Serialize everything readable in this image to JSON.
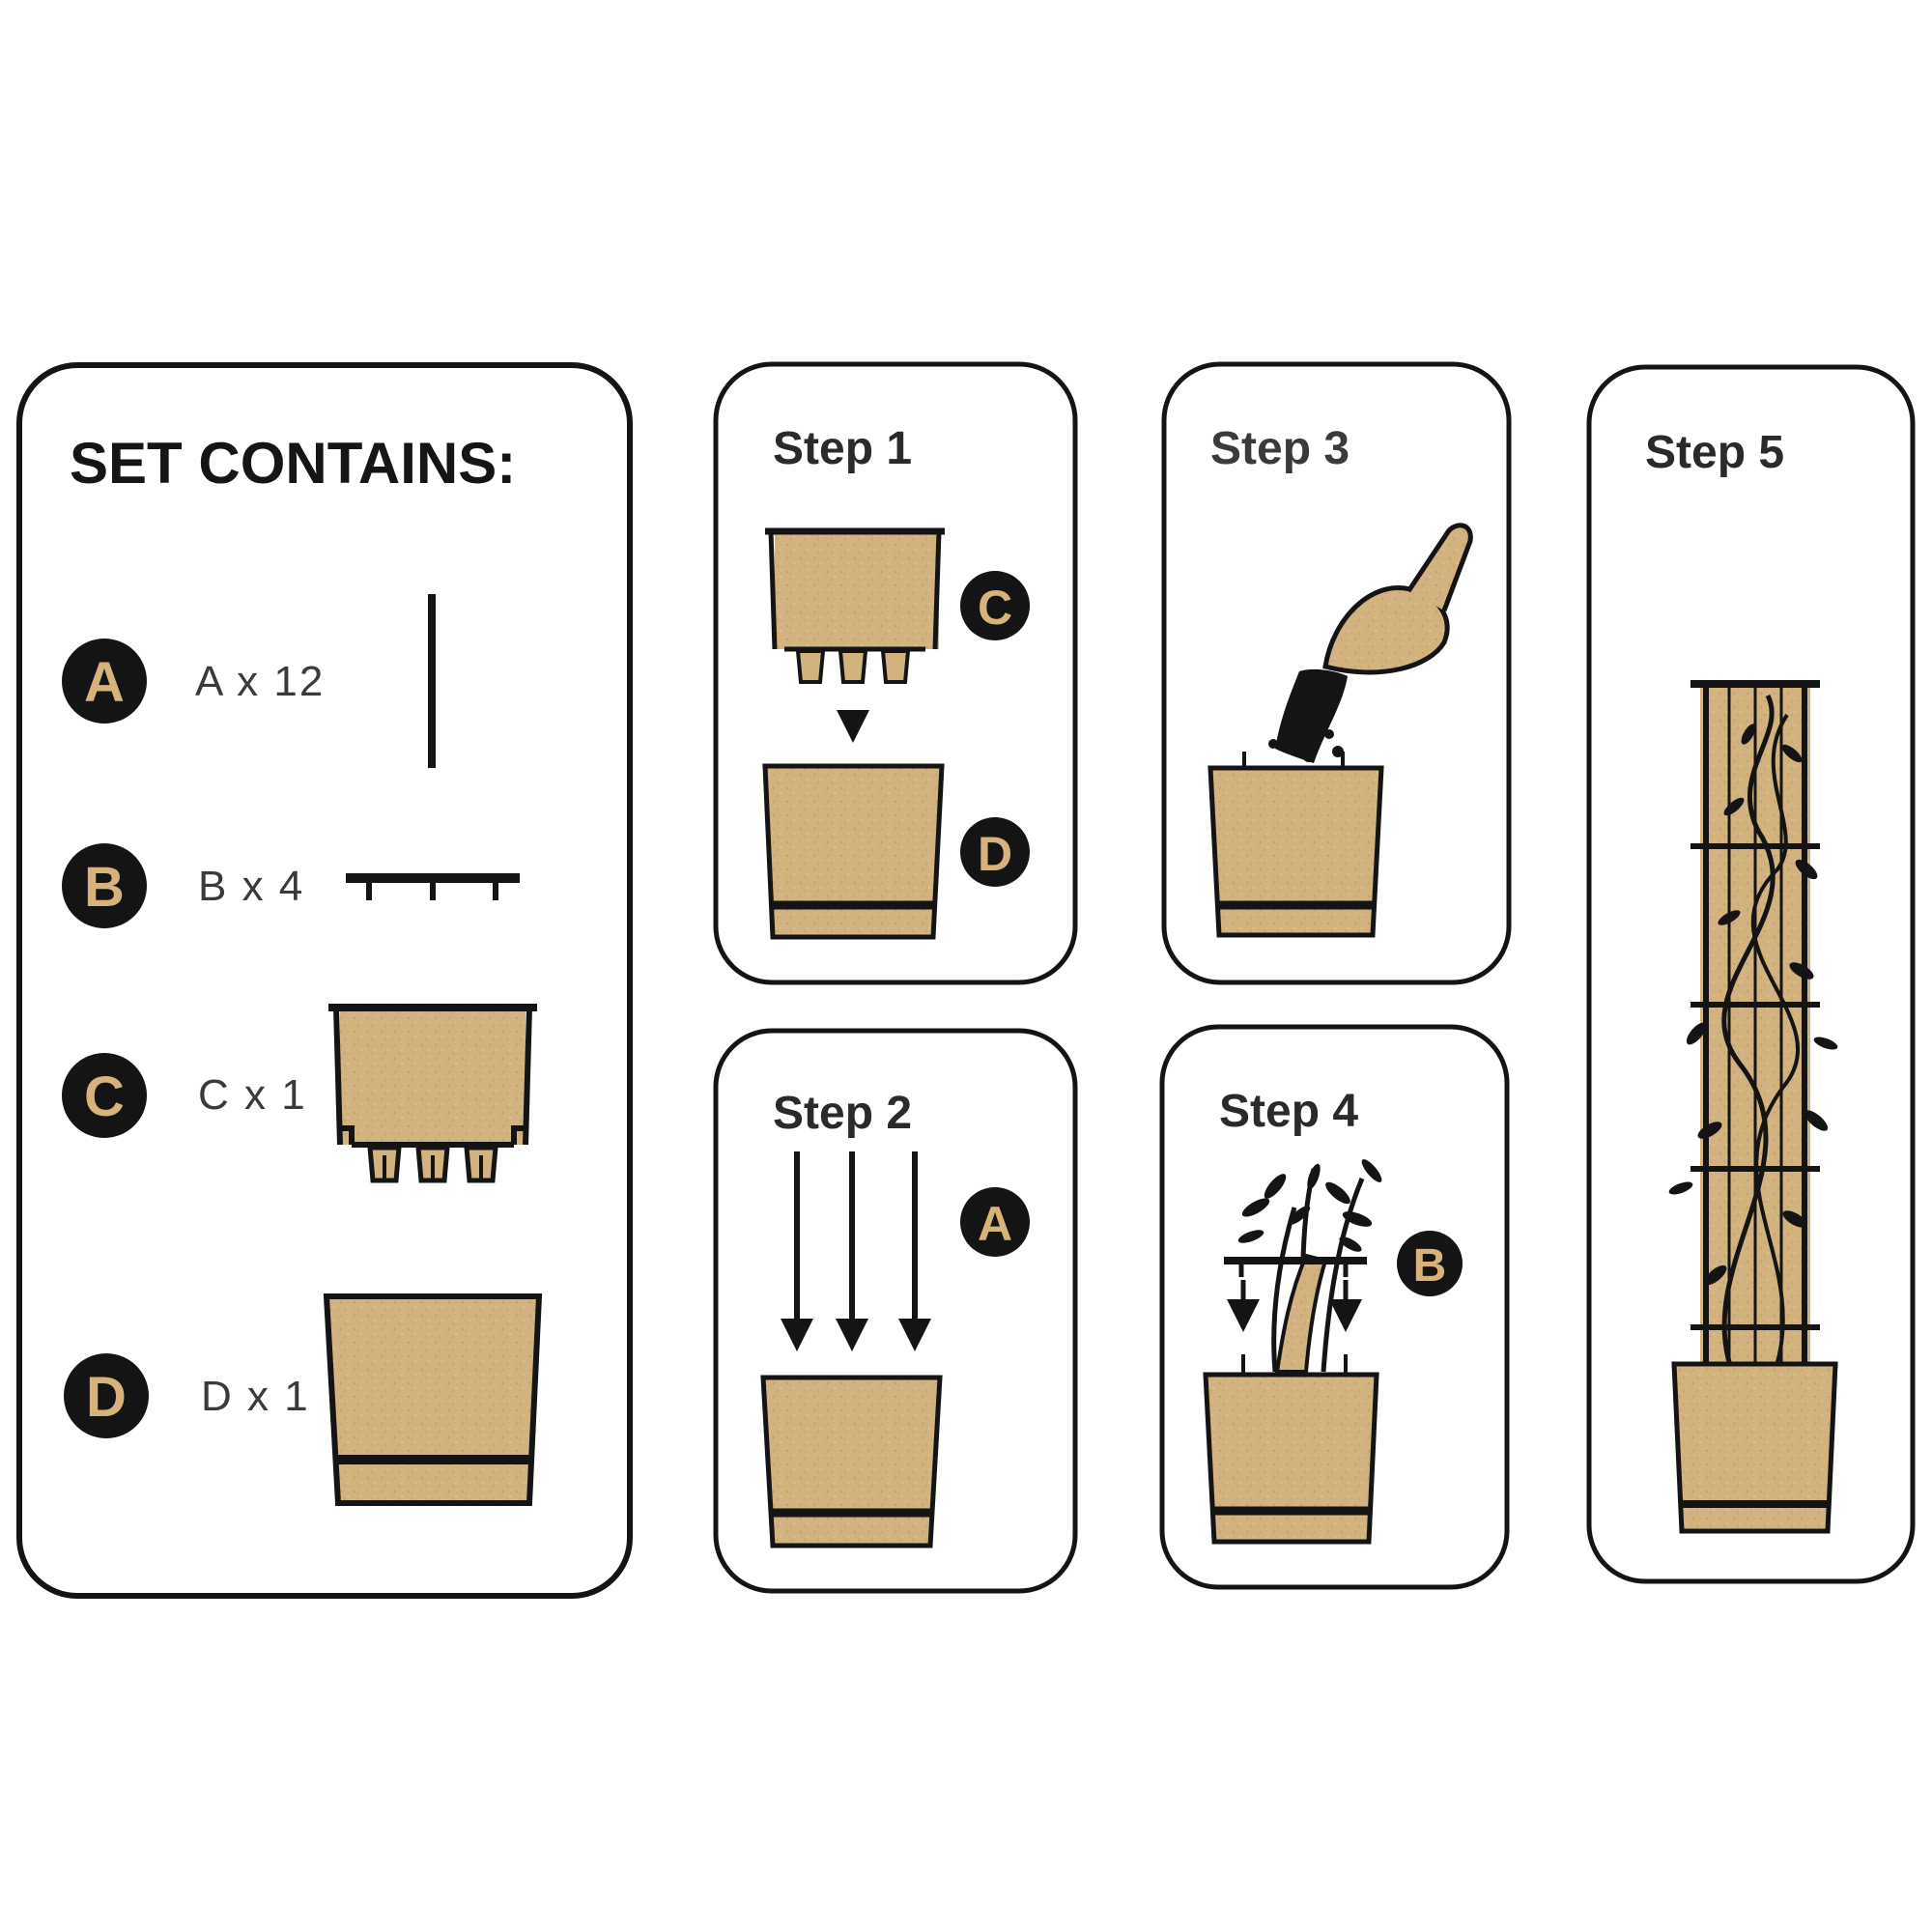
{
  "colors": {
    "kraft": "#d2b27e",
    "kraft_light": "#e3c896",
    "ink": "#141414",
    "badge_letter": "#d7b27a",
    "background": "#ffffff"
  },
  "set_contains": {
    "title": "SET CONTAINS:",
    "items": [
      {
        "badge": "A",
        "quantity": "A x 12",
        "icon": "stake-icon"
      },
      {
        "badge": "B",
        "quantity": "B x 4",
        "icon": "crossbar-icon"
      },
      {
        "badge": "C",
        "quantity": "C x 1",
        "icon": "inner-pot-icon"
      },
      {
        "badge": "D",
        "quantity": "D x 1",
        "icon": "outer-pot-icon"
      }
    ]
  },
  "steps": [
    {
      "label": "Step 1",
      "badges": [
        "C",
        "D"
      ]
    },
    {
      "label": "Step 2",
      "badges": [
        "A"
      ]
    },
    {
      "label": "Step 3",
      "badges": []
    },
    {
      "label": "Step 4",
      "badges": [
        "B"
      ]
    },
    {
      "label": "Step 5",
      "badges": []
    }
  ]
}
